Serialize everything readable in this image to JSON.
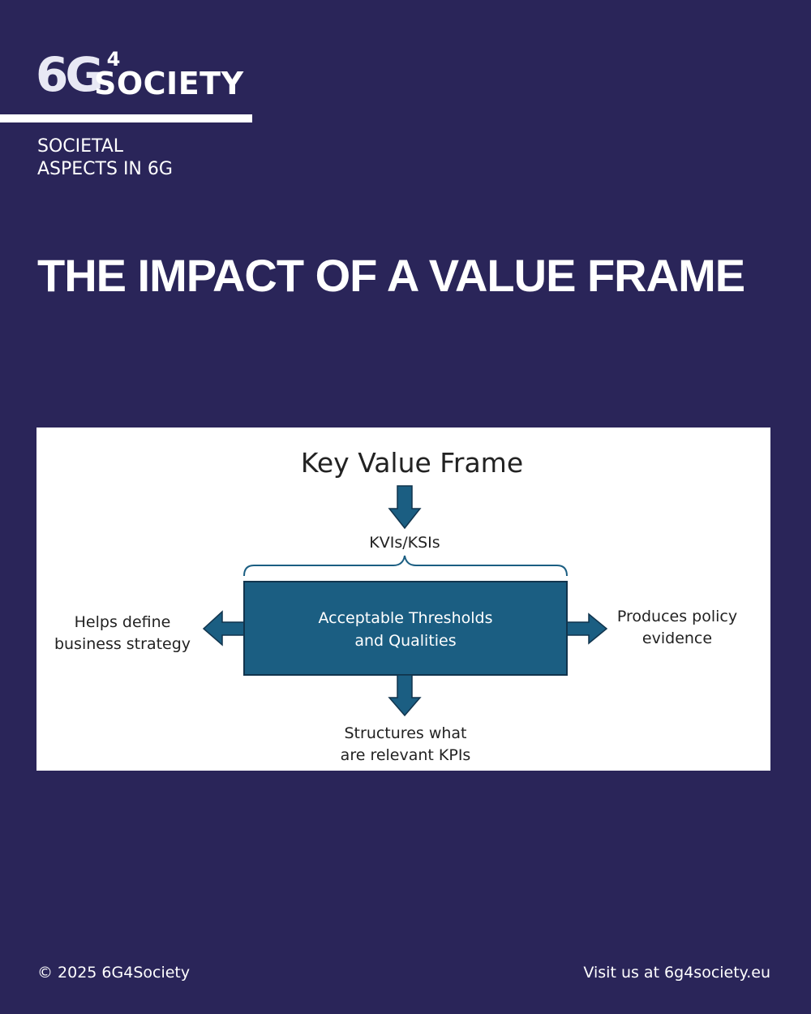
{
  "brand": {
    "logo_main": "6G",
    "logo_sup": "4",
    "logo_word": "SOCIETY"
  },
  "tagline": {
    "line1": "SOCIETAL",
    "line2": "ASPECTS IN 6G"
  },
  "headline": "THE IMPACT OF A VALUE FRAME",
  "diagram": {
    "title": "Key Value Frame",
    "input_label": "KVIs/KSIs",
    "core_line1": "Acceptable Thresholds",
    "core_line2": "and Qualities",
    "left_line1": "Helps define",
    "left_line2": "business strategy",
    "right_line1": "Produces policy",
    "right_line2": "evidence",
    "bottom_line1": "Structures what",
    "bottom_line2": "are relevant KPIs",
    "colors": {
      "box_fill": "#1b5e82",
      "box_border": "#11344d",
      "arrow": "#1b5e82",
      "text": "#222222"
    }
  },
  "footer": {
    "copyright": "© 2025 6G4Society",
    "visit": "Visit us at 6g4society.eu"
  }
}
